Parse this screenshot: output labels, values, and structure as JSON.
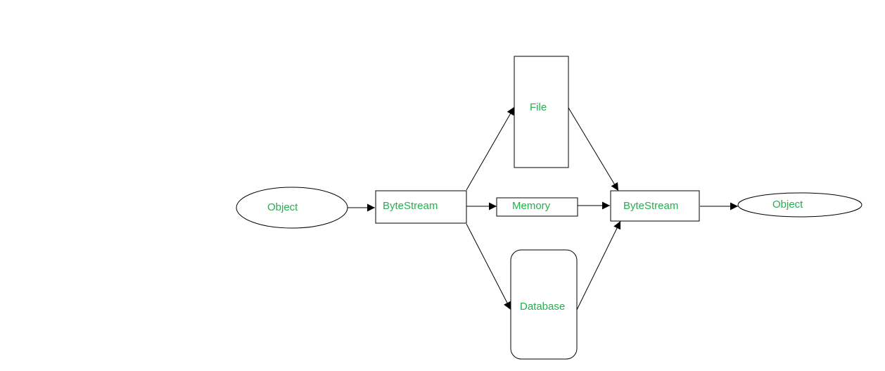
{
  "colors": {
    "label_text": "#22b14c",
    "shape_stroke": "#000000",
    "arrow": "#000000",
    "background": "#ffffff"
  },
  "nodes": {
    "object_in": {
      "label": "Object",
      "shape": "ellipse"
    },
    "bytestream_in": {
      "label": "ByteStream",
      "shape": "rectangle"
    },
    "file": {
      "label": "File",
      "shape": "rectangle"
    },
    "memory": {
      "label": "Memory",
      "shape": "rectangle"
    },
    "database": {
      "label": "Database",
      "shape": "rounded-rectangle"
    },
    "bytestream_out": {
      "label": "ByteStream",
      "shape": "rectangle"
    },
    "object_out": {
      "label": "Object",
      "shape": "ellipse"
    }
  },
  "edges": [
    {
      "from": "object_in",
      "to": "bytestream_in"
    },
    {
      "from": "bytestream_in",
      "to": "file"
    },
    {
      "from": "bytestream_in",
      "to": "memory"
    },
    {
      "from": "bytestream_in",
      "to": "database"
    },
    {
      "from": "file",
      "to": "bytestream_out"
    },
    {
      "from": "memory",
      "to": "bytestream_out"
    },
    {
      "from": "database",
      "to": "bytestream_out"
    },
    {
      "from": "bytestream_out",
      "to": "object_out"
    }
  ]
}
